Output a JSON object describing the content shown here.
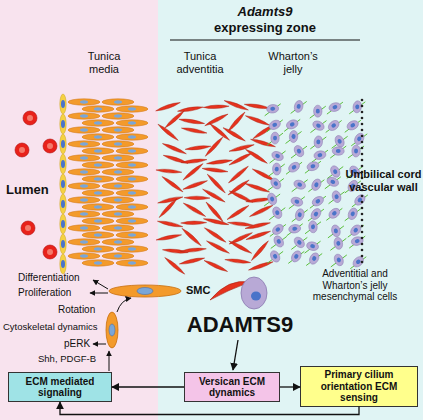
{
  "diagram": {
    "nodes": [
      {
        "text": [
          "ECM mediated signaling"
        ]
      },
      {
        "text": [
          "Versican ECM dynamics"
        ]
      },
      {
        "text": [
          "Primary cilium orientation ECM sensing"
        ]
      }
    ],
    "edges": [
      {
        "from": 1,
        "to": 0,
        "arrow": "to"
      },
      {
        "from": 1,
        "to": 2,
        "arrow": "to"
      },
      {
        "from": 2,
        "to": 0,
        "arrow": "to"
      }
    ],
    "labels": [
      "Adamts9",
      "expressing zone",
      "Tunica media",
      "Tunica adventitia",
      "Wharton’s jelly",
      "Lumen",
      "Umbilical cord vascular wall",
      "Differentiation",
      "Proliferation",
      "SMC",
      "Rotation",
      "Cytoskeletal dynamics",
      "pERK",
      "Shh, PDGF-B",
      "ADAMTS9",
      "Adventitial and Wharton’s jelly mesenchymal cells"
    ]
  }
}
